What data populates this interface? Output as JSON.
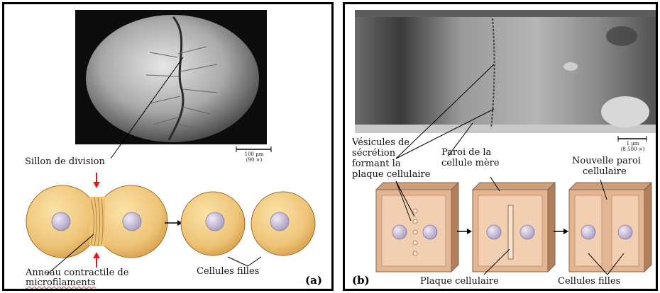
{
  "panel_a": {
    "tag": "(a)",
    "scale_value": "100 µm",
    "scale_mag": "(90 ×)",
    "label_furrow": "Sillon de division",
    "label_ring_line1": "Anneau contractile de",
    "label_ring_line2": "microfilaments",
    "label_daughters": "Cellules filles"
  },
  "panel_b": {
    "tag": "(b)",
    "scale_value": "1 µm",
    "scale_mag": "(8 500 ×)",
    "label_vesicles_line1": "Vésicules de",
    "label_vesicles_line2": "sécrétion",
    "label_vesicles_line3": "formant la",
    "label_vesicles_line4": "plaque cellulaire",
    "label_wall_line1": "Paroi de la",
    "label_wall_line2": "cellule mère",
    "label_newwall_line1": "Nouvelle paroi",
    "label_newwall_line2": "cellulaire",
    "label_plate": "Plaque cellulaire",
    "label_daughters": "Cellules filles"
  }
}
